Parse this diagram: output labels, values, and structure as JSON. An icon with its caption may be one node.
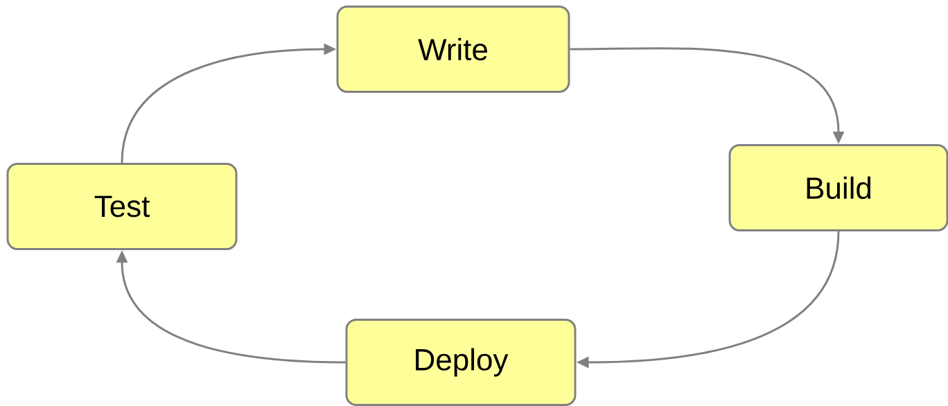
{
  "diagram": {
    "nodes": [
      {
        "text": [
          "Write"
        ]
      },
      {
        "text": [
          "Build"
        ]
      },
      {
        "text": [
          "Deploy"
        ]
      },
      {
        "text": [
          "Test"
        ]
      }
    ],
    "edges": [
      {
        "from": 0,
        "to": 1,
        "arrow": "to"
      },
      {
        "from": 1,
        "to": 2,
        "arrow": "to"
      },
      {
        "from": 2,
        "to": 3,
        "arrow": "to"
      },
      {
        "from": 3,
        "to": 0,
        "arrow": "to"
      }
    ]
  }
}
